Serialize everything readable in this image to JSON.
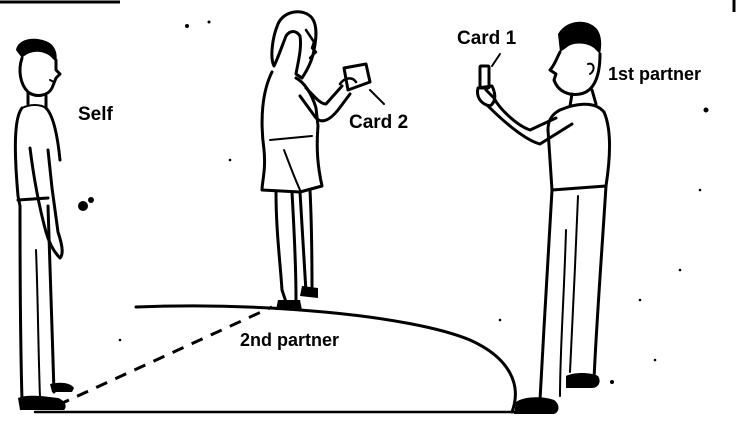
{
  "labels": {
    "self": "Self",
    "card2": "Card 2",
    "card1": "Card 1",
    "first_partner": "1st partner",
    "second_partner": "2nd partner"
  },
  "colors": {
    "ink": "#000000",
    "paper": "#ffffff"
  }
}
